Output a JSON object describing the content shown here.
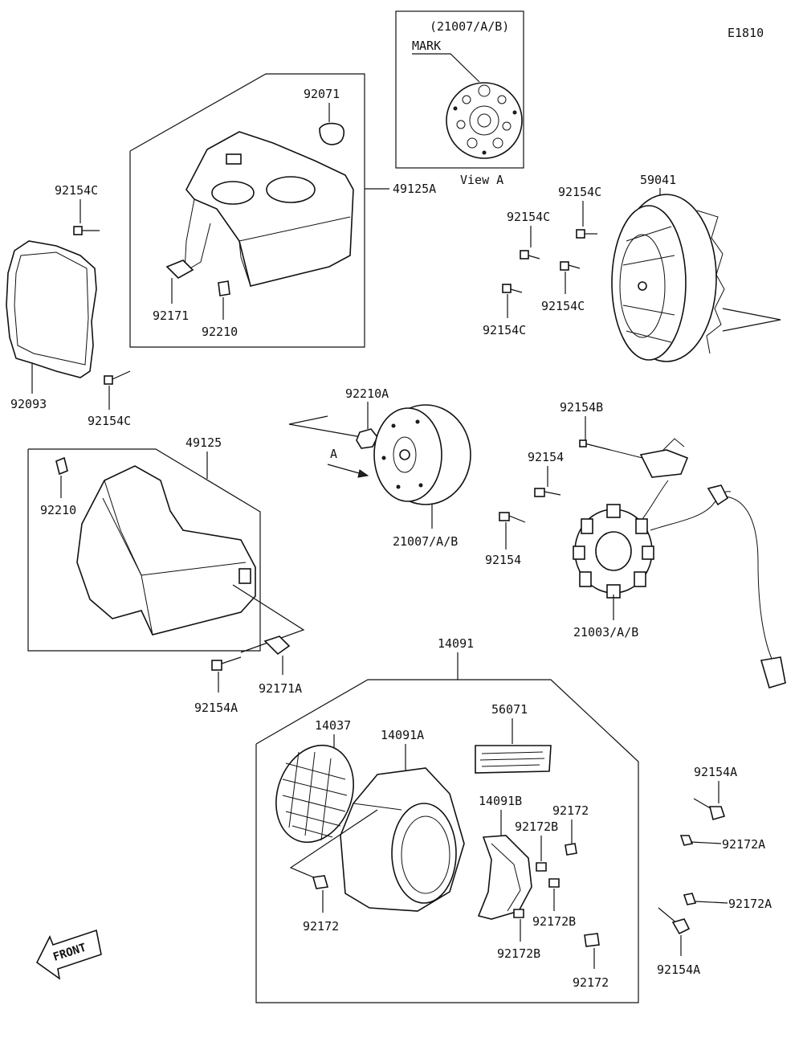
{
  "diagram_id": "E1810",
  "view_a": {
    "ref": "(21007/A/B)",
    "mark": "MARK",
    "caption": "View A",
    "arrow_label": "A"
  },
  "front_label": "FRONT",
  "labels": {
    "p92071": "92071",
    "p49125A": "49125A",
    "p92171": "92171",
    "p92210": "92210",
    "p92154C_top": "92154C",
    "p92093": "92093",
    "p92154C_left": "92154C",
    "p59041": "59041",
    "p92154C_r1": "92154C",
    "p92154C_r2": "92154C",
    "p92154C_r3": "92154C",
    "p92154C_r4": "92154C",
    "p92210A": "92210A",
    "p21007": "21007/A/B",
    "p49125": "49125",
    "p92210_b": "92210",
    "p92154B": "92154B",
    "p92154_a": "92154",
    "p92154_b": "92154",
    "p21003": "21003/A/B",
    "p92154A_l": "92154A",
    "p92171A": "92171A",
    "p14091": "14091",
    "p14037": "14037",
    "p14091A": "14091A",
    "p56071": "56071",
    "p14091B": "14091B",
    "p92172_a": "92172",
    "p92172B_a": "92172B",
    "p92172_b": "92172",
    "p92172B_b": "92172B",
    "p92172B_c": "92172B",
    "p92172_c": "92172",
    "p92154A_r1": "92154A",
    "p92172A_1": "92172A",
    "p92172A_2": "92172A",
    "p92154A_r2": "92154A"
  }
}
